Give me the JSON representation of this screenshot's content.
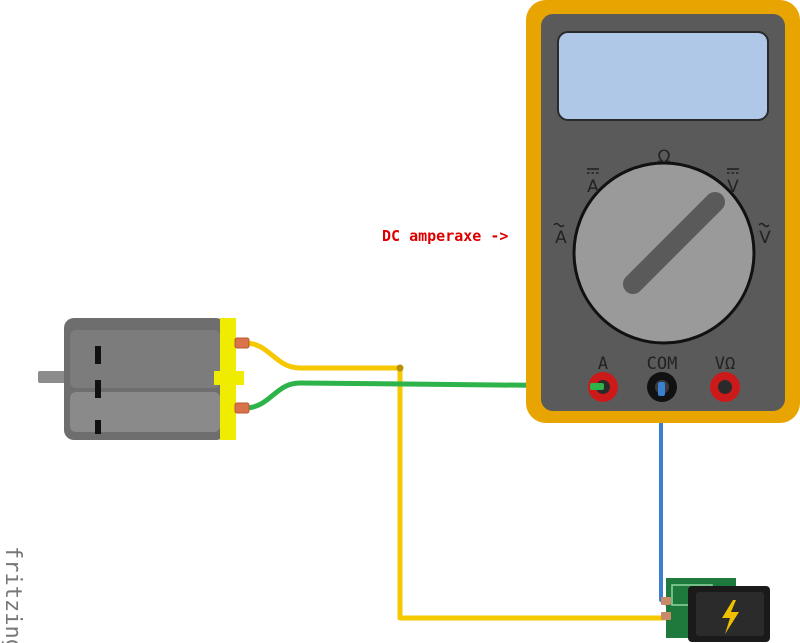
{
  "annotation": {
    "text": "DC amperaxe ->",
    "color": "#dd0000"
  },
  "multimeter": {
    "body_color": "#e8a400",
    "face_color": "#5a5a5a",
    "display_color": "#b0c8e8",
    "dial_color": "#9a9a9a",
    "dial_labels": {
      "ohm": "Ω",
      "dc_amps": "A",
      "dc_volts": "V",
      "ac_amps": "A",
      "ac_volts": "V"
    },
    "ports": {
      "amps": "A",
      "common": "COM",
      "volt_ohm": "VΩ"
    }
  },
  "wires": {
    "yellow": "#f5c800",
    "green": "#2db34a",
    "blue": "#3a7fd0"
  },
  "branding": {
    "text": "fritzing"
  }
}
